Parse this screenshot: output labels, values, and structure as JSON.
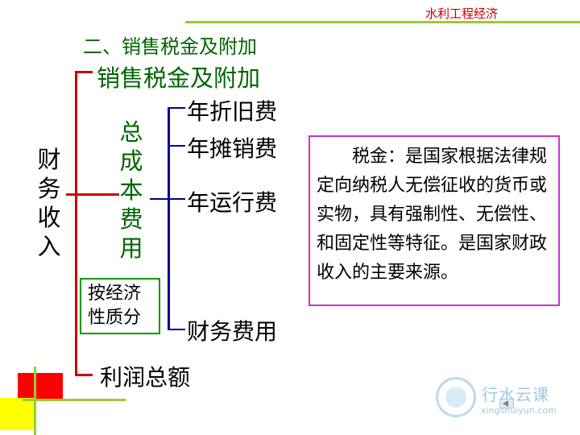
{
  "header": {
    "title": "水利工程经济"
  },
  "section_title": "二、销售税金及附加",
  "main_title": "销售税金及附加",
  "left_label": [
    "财",
    "务",
    "收",
    "入"
  ],
  "cost_label": [
    "总",
    "成",
    "本",
    "费",
    "用"
  ],
  "items": {
    "depreciation": "年折旧费",
    "amortization": "年摊销费",
    "operating": "年运行费",
    "financial": "财务费用"
  },
  "econ_box": {
    "line1": "按经济",
    "line2": "性质分"
  },
  "profit": "利润总额",
  "tax_box": {
    "text": "税金：是国家根据法律规定向纳税人无偿征收的货币或实物，具有强制性、无偿性、和固定性等特征。是国家财政收入的主要来源。"
  },
  "logo": {
    "name": "行水云课",
    "url": "xingshuiyun.com"
  }
}
